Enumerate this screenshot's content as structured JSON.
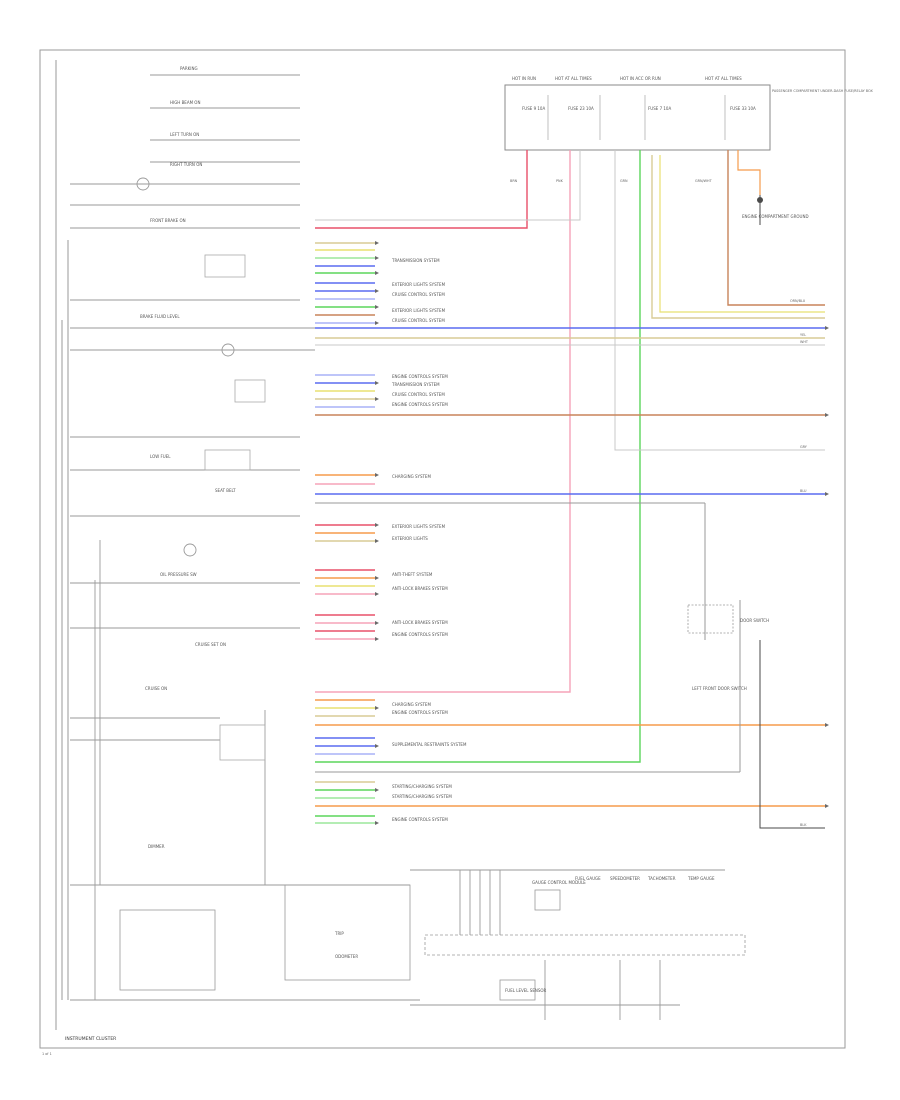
{
  "diagram": {
    "frame_title": "INSTRUMENT CLUSTER",
    "page_label": "1 of 1",
    "wire_colors": {
      "red": "#e8506a",
      "pink": "#f5a3b8",
      "green": "#5cd65c",
      "light_green": "#9be79b",
      "blue": "#5a6cf0",
      "light_blue": "#a9b2f7",
      "orange": "#f59b4c",
      "brown": "#c8845a",
      "yellow": "#e8e070",
      "tan": "#d8cc96",
      "gray": "#9a9a9a",
      "black": "#4a4a4a"
    },
    "top_fuses": [
      {
        "label": "HOT IN RUN"
      },
      {
        "label": "HOT AT ALL TIMES"
      },
      {
        "label": "HOT IN ACC OR RUN"
      },
      {
        "label": "HOT AT ALL TIMES"
      }
    ],
    "top_modules": [
      {
        "label": "FUSE 9 10A"
      },
      {
        "label": "FUSE 23 10A"
      },
      {
        "label": "FUSE 7 10A"
      },
      {
        "label": "FUSE 33 10A"
      }
    ],
    "fuse_block_label": "PASSENGER COMPARTMENT UNDER-DASH FUSE/RELAY BOX",
    "left_switches": [
      {
        "label": "PARKING"
      },
      {
        "label": "HIGH BEAM ON"
      },
      {
        "label": "LEFT TURN ON"
      },
      {
        "label": "RIGHT TURN ON"
      },
      {
        "label": "FRONT BRAKE ON"
      },
      {
        "label": "BRAKE FLUID LEVEL"
      },
      {
        "label": "SEAT BELT"
      },
      {
        "label": "LOW FUEL"
      },
      {
        "label": "OIL PRESSURE SW"
      },
      {
        "label": "CRUISE SET ON"
      },
      {
        "label": "CRUISE ON"
      },
      {
        "label": "DIMMER"
      }
    ],
    "connector_systems": [
      {
        "label": "TRANSMISSION SYSTEM"
      },
      {
        "label": "EXTERIOR LIGHTS SYSTEM"
      },
      {
        "label": "CRUISE CONTROL SYSTEM"
      },
      {
        "label": "EXTERIOR LIGHTS SYSTEM"
      },
      {
        "label": "CRUISE CONTROL SYSTEM"
      },
      {
        "label": "ENGINE CONTROLS SYSTEM"
      },
      {
        "label": "TRANSMISSION SYSTEM"
      },
      {
        "label": "CRUISE CONTROL SYSTEM"
      },
      {
        "label": "ENGINE CONTROLS SYSTEM"
      },
      {
        "label": "CHARGING SYSTEM"
      },
      {
        "label": "EXTERIOR LIGHTS SYSTEM"
      },
      {
        "label": "EXTERIOR LIGHTS"
      },
      {
        "label": "ANTI-THEFT SYSTEM"
      },
      {
        "label": "ANTI-LOCK BRAKES SYSTEM"
      },
      {
        "label": "ANTI-LOCK BRAKES SYSTEM"
      },
      {
        "label": "ENGINE CONTROLS SYSTEM"
      },
      {
        "label": "CHARGING SYSTEM"
      },
      {
        "label": "ENGINE CONTROLS SYSTEM"
      },
      {
        "label": "SUPPLEMENTAL RESTRAINTS SYSTEM"
      },
      {
        "label": "STARTING/CHARGING SYSTEM"
      },
      {
        "label": "STARTING/CHARGING SYSTEM"
      },
      {
        "label": "ENGINE CONTROLS SYSTEM"
      }
    ],
    "right_components": [
      {
        "label": "DOOR SWITCH"
      },
      {
        "label": "LEFT FRONT DOOR SWITCH"
      },
      {
        "label": "ENGINE COMPARTMENT GROUND"
      }
    ],
    "bottom_components": [
      {
        "label": "GAUGE CONTROL MODULE"
      },
      {
        "label": "FUEL GAUGE"
      },
      {
        "label": "SPEEDOMETER"
      },
      {
        "label": "TACHOMETER"
      },
      {
        "label": "TEMP GAUGE"
      },
      {
        "label": "ODOMETER"
      },
      {
        "label": "FUEL LEVEL SENSOR"
      },
      {
        "label": "TRIP"
      }
    ],
    "wire_tags": [
      {
        "label": "BRN"
      },
      {
        "label": "PNK"
      },
      {
        "label": "GRN"
      },
      {
        "label": "GRN/WHT"
      },
      {
        "label": "ORN/BLU"
      },
      {
        "label": "BLU"
      },
      {
        "label": "YEL"
      },
      {
        "label": "GRY"
      },
      {
        "label": "BLK"
      },
      {
        "label": "WHT"
      }
    ]
  }
}
